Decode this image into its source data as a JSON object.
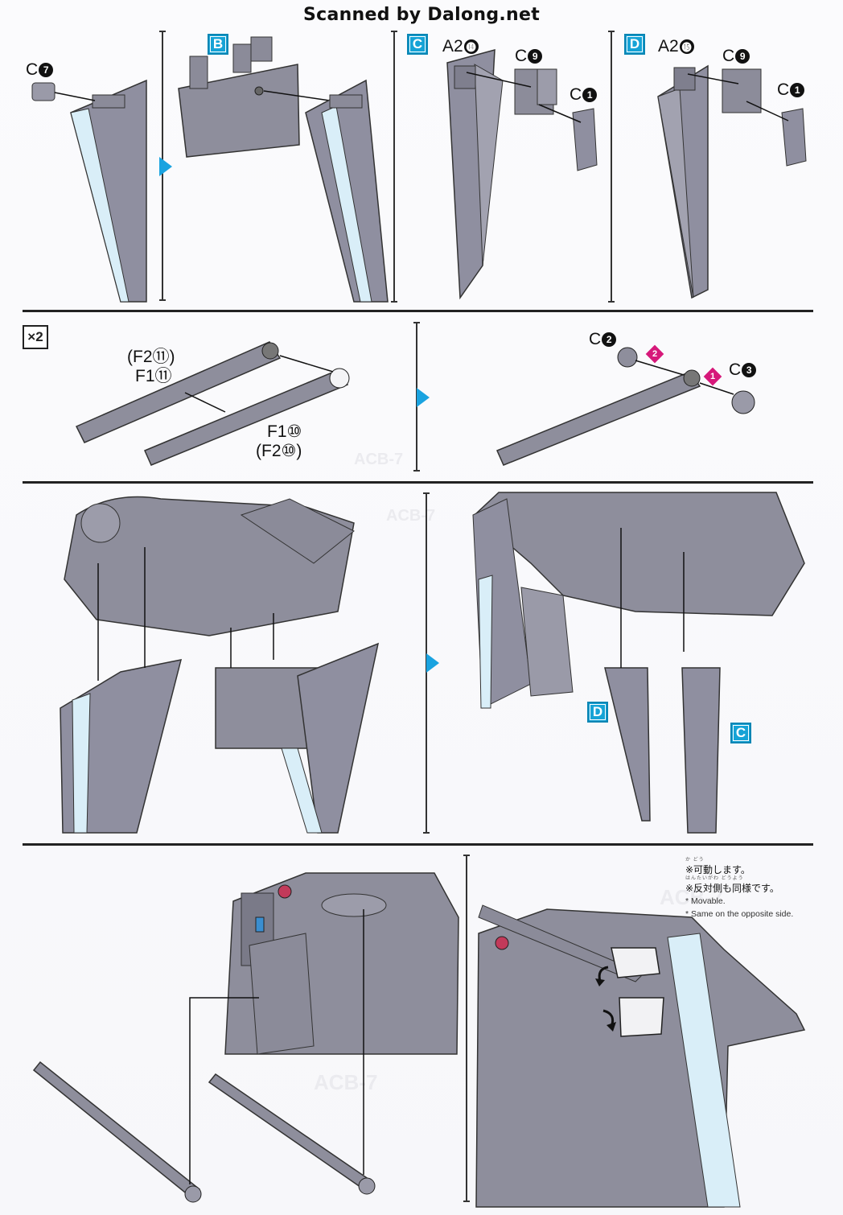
{
  "watermark": "Scanned by Dalong.net",
  "colors": {
    "line": "#222222",
    "step_badge": "#16a3d6",
    "arrow_next": "#1aa3e0",
    "order_marker": "#d6187a",
    "part_fill": "#8e8e9c",
    "part_clear": "#cfe8f6"
  },
  "steps": {
    "B": {
      "badge": "B"
    },
    "C": {
      "badge": "C",
      "labels": {
        "a": "A2",
        "a_num": "⓮",
        "b": "C",
        "b_num": "9",
        "c": "C",
        "c_num": "1"
      }
    },
    "D": {
      "badge": "D",
      "labels": {
        "a": "A2",
        "a_num": "⓯",
        "b": "C",
        "b_num": "9",
        "c": "C",
        "c_num": "1"
      }
    },
    "top_left": {
      "label": "C",
      "num": "7"
    }
  },
  "row2": {
    "qty": "×2",
    "labels": {
      "f2_11": "(F2⑪)",
      "f1_11": "F1⑪",
      "f1_10": "F1⑩",
      "f2_10": "(F2⑩)",
      "c2": "C",
      "c2_num": "2",
      "c3": "C",
      "c3_num": "3"
    },
    "order": [
      "1",
      "2"
    ]
  },
  "row3": {
    "badges": [
      "D",
      "C"
    ]
  },
  "notes": {
    "movable_furigana": "か どう",
    "movable_jp": "※可動します。",
    "opposite_furigana": "はんたいがわ   どうよう",
    "opposite_jp": "※反対側も同様です。",
    "movable_en": "* Movable.",
    "opposite_en": "* Same on the opposite side."
  },
  "icons": [
    "arrow-right-icon",
    "rotate-icon",
    "step-badge-icon",
    "order-diamond-icon"
  ]
}
